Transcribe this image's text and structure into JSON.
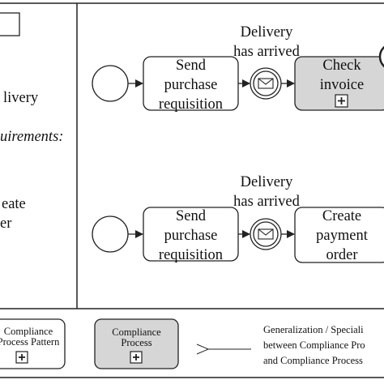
{
  "left_panel": {
    "line_delivery": "livery",
    "line_requirements": "uirements:",
    "line_create": "eate",
    "line_order": "er"
  },
  "top_row": {
    "task1": [
      "Send",
      "purchase",
      "requisition"
    ],
    "event_label": [
      "Delivery",
      "has arrived"
    ],
    "task2": [
      "Check",
      "invoice"
    ]
  },
  "bottom_row": {
    "task1": [
      "Send",
      "purchase",
      "requisition"
    ],
    "event_label": [
      "Delivery",
      "has arrived"
    ],
    "task2": [
      "Create",
      "payment",
      "order"
    ]
  },
  "legend": {
    "pattern_label": [
      "Compliance",
      "Process Pattern"
    ],
    "process_label": [
      "Compliance",
      "Process"
    ],
    "arrow_note": [
      "Generalization / Speciali",
      "between Compliance Pro",
      "and Compliance Process"
    ]
  },
  "colors": {
    "line": "#222222",
    "grey_fill": "#d6d6d6",
    "white_fill": "#ffffff"
  }
}
